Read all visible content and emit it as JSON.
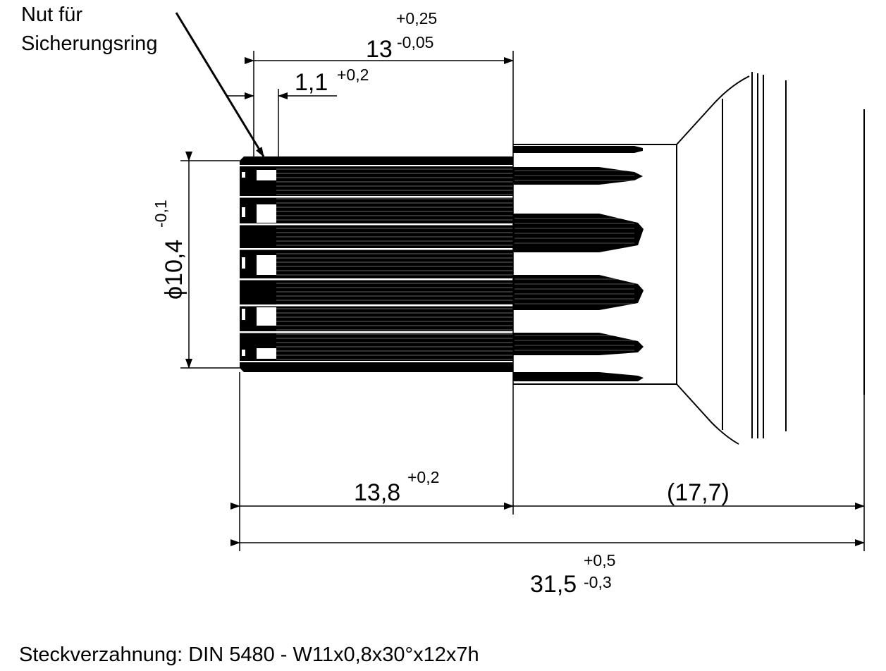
{
  "annotation": {
    "line1": "Nut für",
    "line2": "Sicherungsring"
  },
  "dimensions": {
    "groove_length": {
      "value": "1,1",
      "upper": "+0,2"
    },
    "spline_length": {
      "value": "13",
      "upper": "+0,25",
      "lower": "-0,05"
    },
    "diameter": {
      "symbol": "ϕ",
      "value": "10,4",
      "lower": "-0,1"
    },
    "shaft_length": {
      "value": "13,8",
      "upper": "+0,2"
    },
    "remaining_length": {
      "value": "(17,7)"
    },
    "total_length": {
      "value": "31,5",
      "upper": "+0,5",
      "lower": "-0,3"
    }
  },
  "spline_spec": "Steckverzahnung: DIN 5480 - W11x0,8x30°x12x7h",
  "colors": {
    "line": "#000000",
    "background": "#ffffff"
  }
}
